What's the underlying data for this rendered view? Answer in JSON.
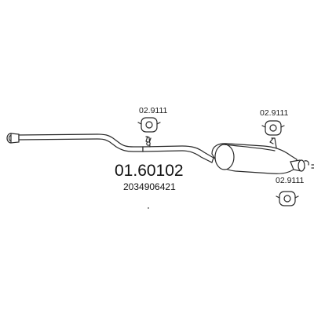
{
  "diagram": {
    "part_number": "01.60102",
    "oem_number": "2034906421",
    "clamps": [
      {
        "code": "02.9111"
      },
      {
        "code": "02.9111"
      },
      {
        "code": "02.9111"
      }
    ],
    "colors": {
      "line": "#2a2a2a",
      "background": "#ffffff"
    }
  }
}
